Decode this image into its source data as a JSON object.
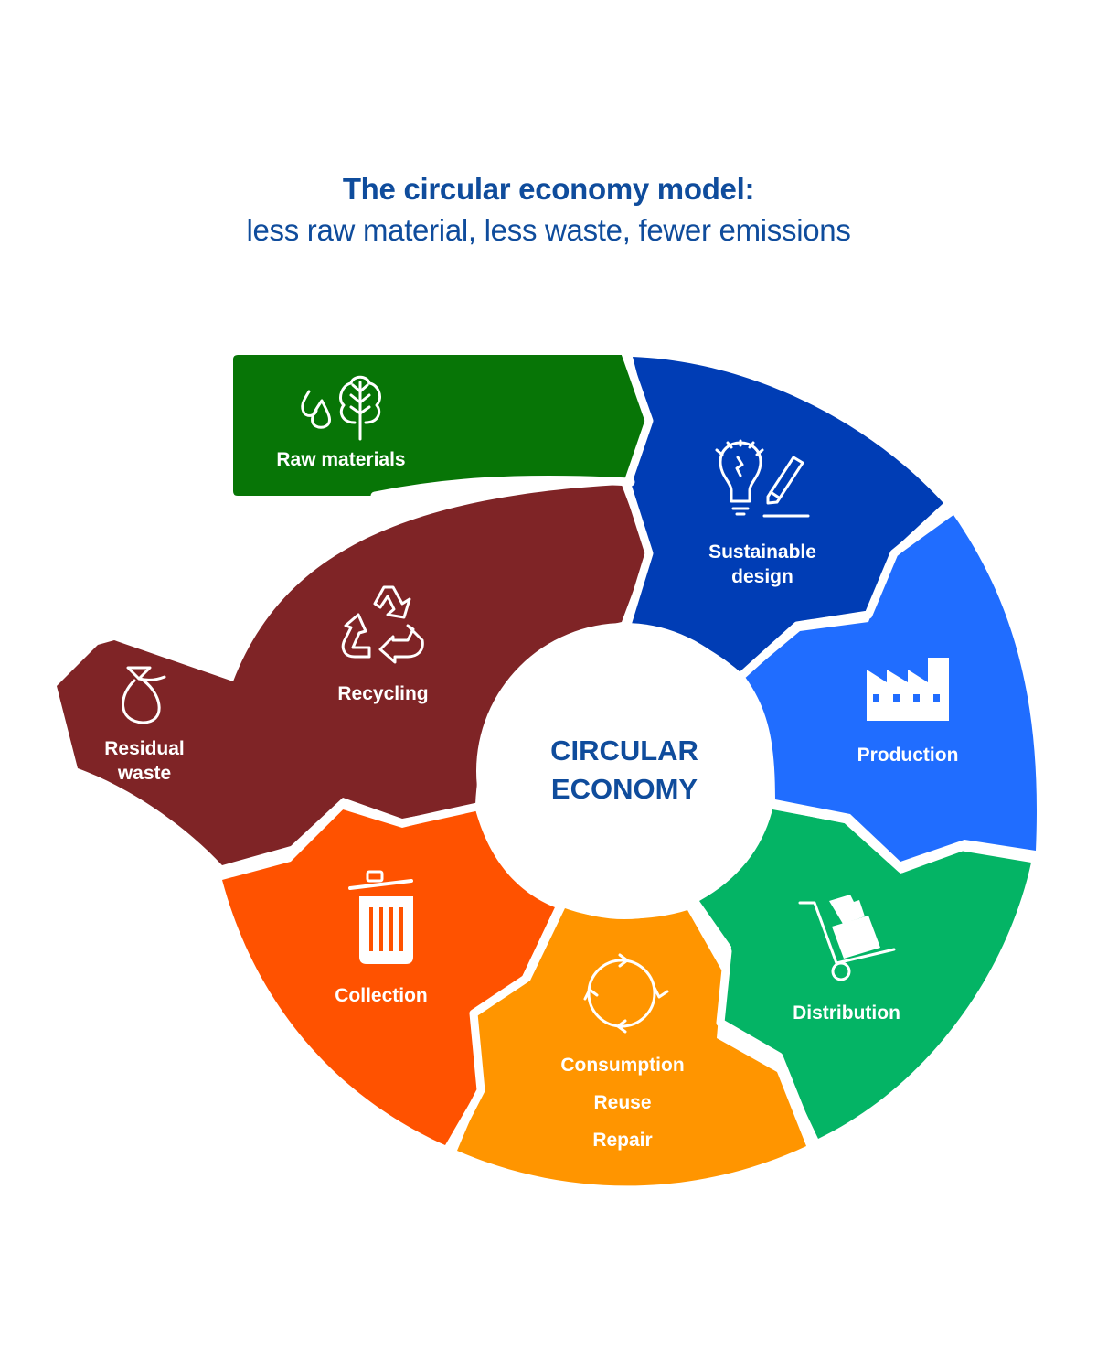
{
  "title": {
    "main": "The circular economy model:",
    "subtitle": "less raw material, less waste, fewer emissions"
  },
  "center": {
    "line1": "CIRCULAR",
    "line2": "ECONOMY"
  },
  "colors": {
    "title": "#0f4c9c",
    "raw_materials": "#077506",
    "sustainable_design": "#003db5",
    "production": "#206dff",
    "distribution": "#04b465",
    "consumption": "#ff9500",
    "collection": "#ff5200",
    "recycling": "#7f2426"
  },
  "stages": [
    {
      "id": "raw_materials",
      "label": "Raw materials",
      "icon": "water-drops-and-tree-icon"
    },
    {
      "id": "sustainable_design",
      "label_line1": "Sustainable",
      "label_line2": "design",
      "icon": "lightbulb-and-pencil-icon"
    },
    {
      "id": "production",
      "label": "Production",
      "icon": "factory-icon"
    },
    {
      "id": "distribution",
      "label": "Distribution",
      "icon": "hand-truck-boxes-icon"
    },
    {
      "id": "consumption",
      "label_line1": "Consumption",
      "label_line2": "Reuse",
      "label_line3": "Repair",
      "icon": "cycle-arrows-icon"
    },
    {
      "id": "collection",
      "label": "Collection",
      "icon": "trash-bin-icon"
    },
    {
      "id": "recycling",
      "label": "Recycling",
      "icon": "recycle-icon"
    },
    {
      "id": "residual_waste",
      "label_line1": "Residual",
      "label_line2": "waste",
      "icon": "garbage-bag-icon"
    }
  ]
}
